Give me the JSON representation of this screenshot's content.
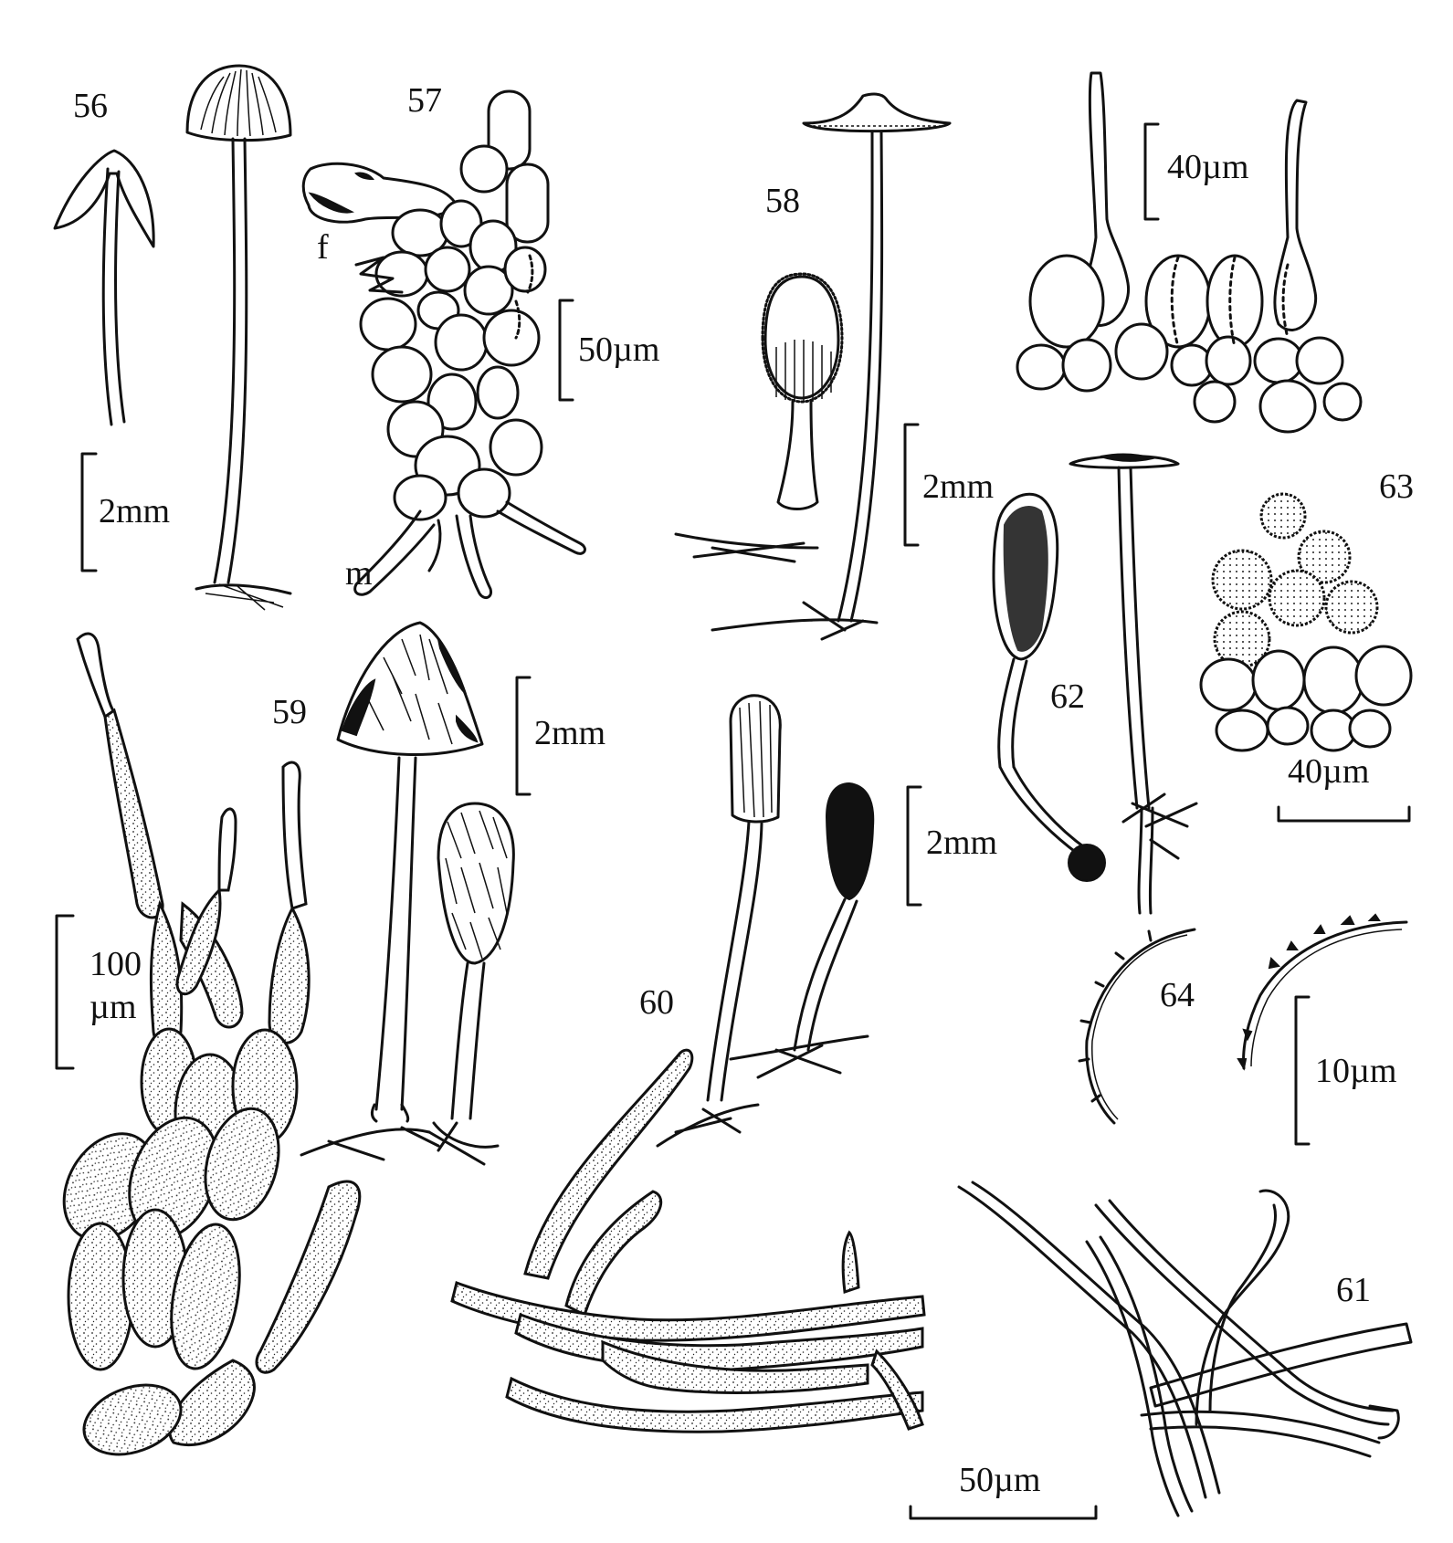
{
  "figure": {
    "numbers": {
      "f56": "56",
      "f57": "57",
      "f58": "58",
      "f59": "59",
      "f60": "60",
      "f61": "61",
      "f62": "62",
      "f63": "63",
      "f64": "64"
    },
    "letters": {
      "f": "f",
      "m": "m"
    },
    "scale_bars": {
      "s56": "2mm",
      "s57": "50µm",
      "s58": "2mm",
      "s58r": "40µm",
      "s59": "2mm",
      "s59h_1": "100",
      "s59h_2": "µm",
      "s60": "2mm",
      "s63": "40µm",
      "s64": "10µm",
      "s60h": "50µm"
    }
  }
}
